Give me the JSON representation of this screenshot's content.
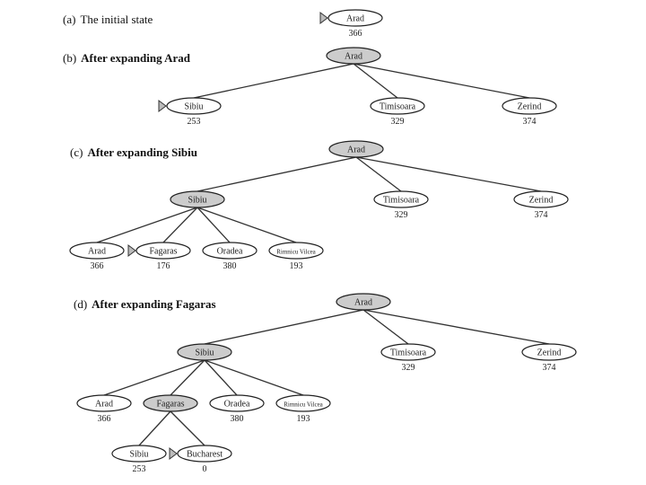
{
  "colors": {
    "expanded_fill": "#cccccc",
    "frontier_fill": "#ffffff",
    "edge": "#333333",
    "text": "#222222",
    "marker": "#bbbbbb"
  },
  "panels": [
    {
      "id": "a",
      "letter": "(a)",
      "title": "The initial state",
      "title_bold": false,
      "nodes": [
        {
          "id": "a_arad",
          "label": "Arad",
          "value": "366",
          "expanded": false,
          "selected": true,
          "small": false
        }
      ],
      "edges": []
    },
    {
      "id": "b",
      "letter": "(b)",
      "title": "After expanding Arad",
      "title_bold": true,
      "nodes": [
        {
          "id": "b_arad",
          "label": "Arad",
          "value": "",
          "expanded": true,
          "selected": false,
          "small": false
        },
        {
          "id": "b_sibiu",
          "label": "Sibiu",
          "value": "253",
          "expanded": false,
          "selected": true,
          "small": false
        },
        {
          "id": "b_timisoara",
          "label": "Timisoara",
          "value": "329",
          "expanded": false,
          "selected": false,
          "small": false
        },
        {
          "id": "b_zerind",
          "label": "Zerind",
          "value": "374",
          "expanded": false,
          "selected": false,
          "small": false
        }
      ],
      "edges": [
        [
          "b_arad",
          "b_sibiu"
        ],
        [
          "b_arad",
          "b_timisoara"
        ],
        [
          "b_arad",
          "b_zerind"
        ]
      ]
    },
    {
      "id": "c",
      "letter": "(c)",
      "title": "After expanding Sibiu",
      "title_bold": true,
      "nodes": [
        {
          "id": "c_arad",
          "label": "Arad",
          "value": "",
          "expanded": true,
          "selected": false,
          "small": false
        },
        {
          "id": "c_sibiu",
          "label": "Sibiu",
          "value": "",
          "expanded": true,
          "selected": false,
          "small": false
        },
        {
          "id": "c_timisoara",
          "label": "Timisoara",
          "value": "329",
          "expanded": false,
          "selected": false,
          "small": false
        },
        {
          "id": "c_zerind",
          "label": "Zerind",
          "value": "374",
          "expanded": false,
          "selected": false,
          "small": false
        },
        {
          "id": "c_arad2",
          "label": "Arad",
          "value": "366",
          "expanded": false,
          "selected": false,
          "small": false
        },
        {
          "id": "c_fagaras",
          "label": "Fagaras",
          "value": "176",
          "expanded": false,
          "selected": true,
          "small": false
        },
        {
          "id": "c_oradea",
          "label": "Oradea",
          "value": "380",
          "expanded": false,
          "selected": false,
          "small": false
        },
        {
          "id": "c_rimnicu",
          "label": "Rimnicu Vilcea",
          "value": "193",
          "expanded": false,
          "selected": false,
          "small": true
        }
      ],
      "edges": [
        [
          "c_arad",
          "c_sibiu"
        ],
        [
          "c_arad",
          "c_timisoara"
        ],
        [
          "c_arad",
          "c_zerind"
        ],
        [
          "c_sibiu",
          "c_arad2"
        ],
        [
          "c_sibiu",
          "c_fagaras"
        ],
        [
          "c_sibiu",
          "c_oradea"
        ],
        [
          "c_sibiu",
          "c_rimnicu"
        ]
      ]
    },
    {
      "id": "d",
      "letter": "(d)",
      "title": "After expanding Fagaras",
      "title_bold": true,
      "nodes": [
        {
          "id": "d_arad",
          "label": "Arad",
          "value": "",
          "expanded": true,
          "selected": false,
          "small": false
        },
        {
          "id": "d_sibiu",
          "label": "Sibiu",
          "value": "",
          "expanded": true,
          "selected": false,
          "small": false
        },
        {
          "id": "d_timisoara",
          "label": "Timisoara",
          "value": "329",
          "expanded": false,
          "selected": false,
          "small": false
        },
        {
          "id": "d_zerind",
          "label": "Zerind",
          "value": "374",
          "expanded": false,
          "selected": false,
          "small": false
        },
        {
          "id": "d_arad2",
          "label": "Arad",
          "value": "366",
          "expanded": false,
          "selected": false,
          "small": false
        },
        {
          "id": "d_fagaras",
          "label": "Fagaras",
          "value": "",
          "expanded": true,
          "selected": false,
          "small": false
        },
        {
          "id": "d_oradea",
          "label": "Oradea",
          "value": "380",
          "expanded": false,
          "selected": false,
          "small": false
        },
        {
          "id": "d_rimnicu",
          "label": "Rimnicu Vilcea",
          "value": "193",
          "expanded": false,
          "selected": false,
          "small": true
        },
        {
          "id": "d_sibiu2",
          "label": "Sibiu",
          "value": "253",
          "expanded": false,
          "selected": false,
          "small": false
        },
        {
          "id": "d_bucharest",
          "label": "Bucharest",
          "value": "0",
          "expanded": false,
          "selected": true,
          "small": false
        }
      ],
      "edges": [
        [
          "d_arad",
          "d_sibiu"
        ],
        [
          "d_arad",
          "d_timisoara"
        ],
        [
          "d_arad",
          "d_zerind"
        ],
        [
          "d_sibiu",
          "d_arad2"
        ],
        [
          "d_sibiu",
          "d_fagaras"
        ],
        [
          "d_sibiu",
          "d_oradea"
        ],
        [
          "d_sibiu",
          "d_rimnicu"
        ],
        [
          "d_fagaras",
          "d_sibiu2"
        ],
        [
          "d_fagaras",
          "d_bucharest"
        ]
      ]
    }
  ]
}
